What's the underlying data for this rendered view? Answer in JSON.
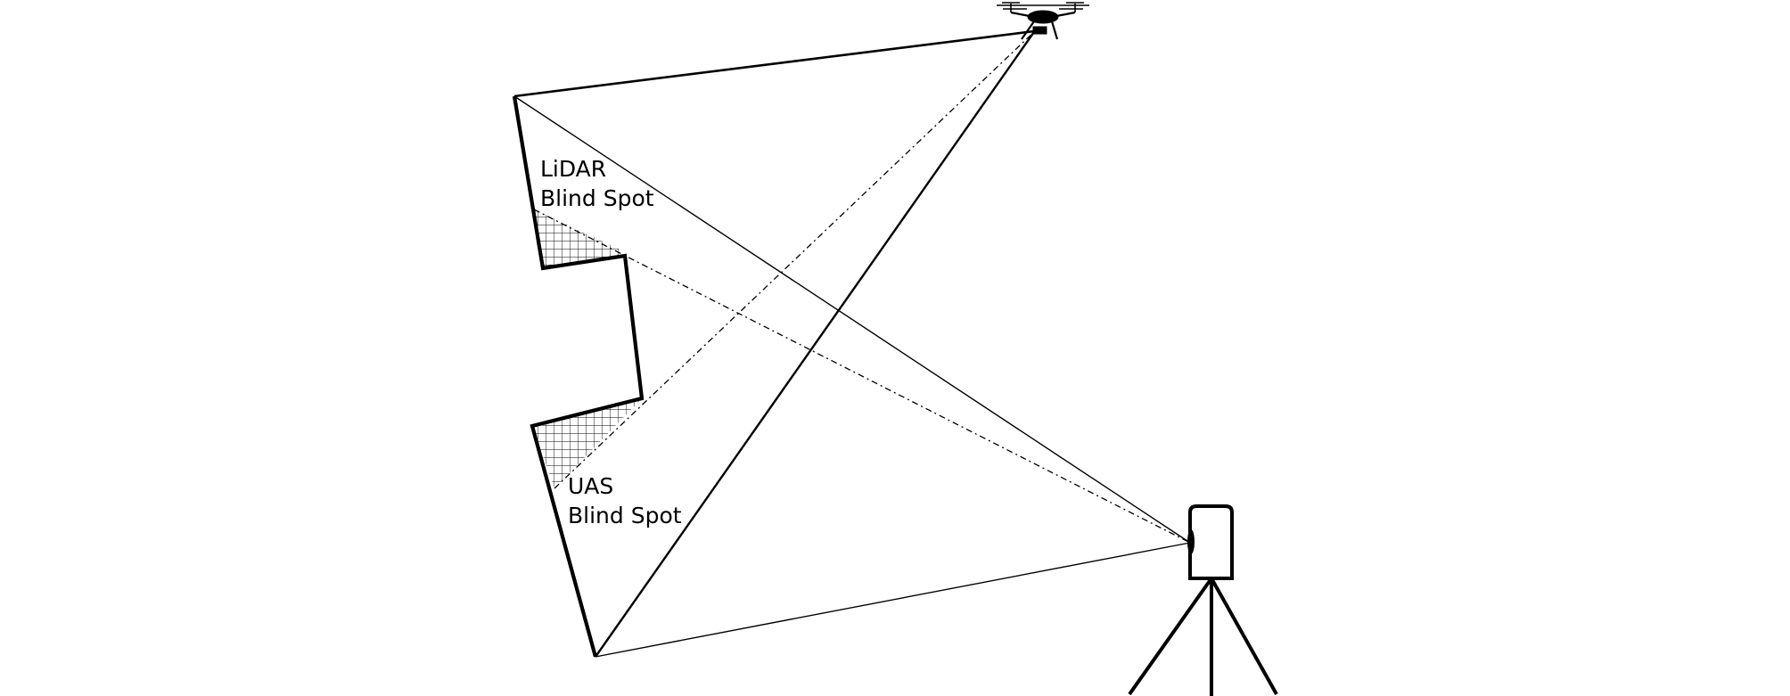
{
  "colors": {
    "background": "#ffffff",
    "ink": "#000000"
  },
  "labels": {
    "lidar_blind_spot": [
      "LiDAR",
      "Blind Spot"
    ],
    "uas_blind_spot": [
      "UAS",
      "Blind Spot"
    ]
  },
  "icons": {
    "drone": "drone-icon",
    "lidar_scanner": "lidar-scanner-icon"
  }
}
